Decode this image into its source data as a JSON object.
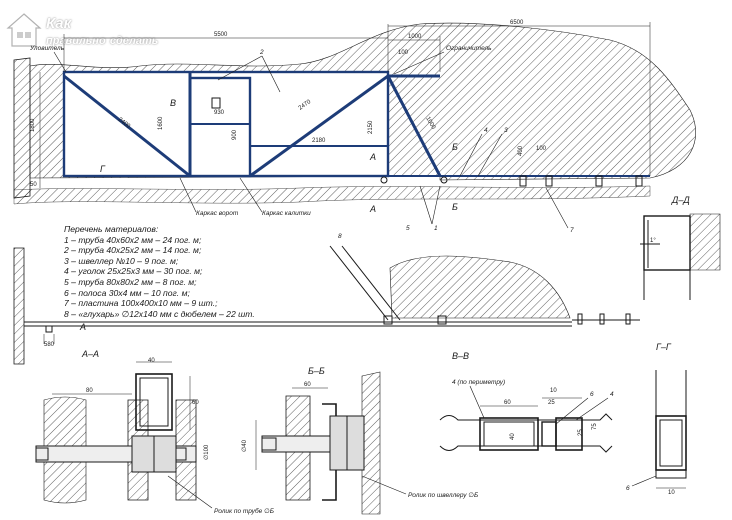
{
  "logo": {
    "line1": "Как",
    "line2": "правильно",
    "line3": "сделать"
  },
  "labels": {
    "catcher": "Уловитель",
    "limiter": "Ограничитель",
    "gate_frame": "Каркас ворот",
    "wicket_frame": "Каркас калитки",
    "roller_pipe": "Ролик по трубе ∅Б",
    "roller_channel": "Ролик по швеллеру ∅Б",
    "perimeter": "4 (по периметру)"
  },
  "sections": {
    "aa": "А–А",
    "bb": "Б–Б",
    "vv": "В–В",
    "gg": "Г–Г",
    "dd": "Д–Д",
    "a": "А",
    "b": "Б",
    "v": "В",
    "g": "Г"
  },
  "dims": {
    "d6500": "6500",
    "d5500": "5500",
    "d1000": "1000",
    "d100": "100",
    "d2400": "2400",
    "d1600": "1600",
    "d930": "930",
    "d900": "900",
    "d2470": "2470",
    "d2180": "2180",
    "d2150": "2150",
    "d1800": "1800",
    "d50": "50",
    "d400": "400",
    "d400b": "400",
    "d1": "1°",
    "d580": "580",
    "d40": "40",
    "d80": "80",
    "d60": "60",
    "d100b": "∅100",
    "d40b": "∅40",
    "d25": "25",
    "d10": "10",
    "d75": "75",
    "d40c": "40",
    "d60b": "60",
    "d10b": "10",
    "d6": "6"
  },
  "callouts": {
    "c1": "1",
    "c2": "2",
    "c3": "3",
    "c4": "4",
    "c5": "5",
    "c6": "6",
    "c7": "7",
    "c8": "8",
    "c4b": "4",
    "c6b": "6",
    "c6c": "6"
  },
  "materials": {
    "title": "Перечень материалов:",
    "items": [
      "1 – труба 40х60х2 мм – 24 пог. м;",
      "2 – труба 40х25х2 мм – 14 пог. м;",
      "3 – швеллер №10 – 9 пог. м;",
      "4 – уголок 25х25х3 мм – 30 пог. м;",
      "5 – труба 80х80х2 мм – 8 пог. м;",
      "6 – полоса 30х4 мм – 10 пог. м;",
      "7 – пластина 100х400х10 мм – 9 шт.;",
      "8 – «глухарь» ∅12х140 мм с дюбелем – 22 шт."
    ]
  },
  "colors": {
    "steel": "#1d3c78",
    "ink": "#1a1a1a"
  }
}
